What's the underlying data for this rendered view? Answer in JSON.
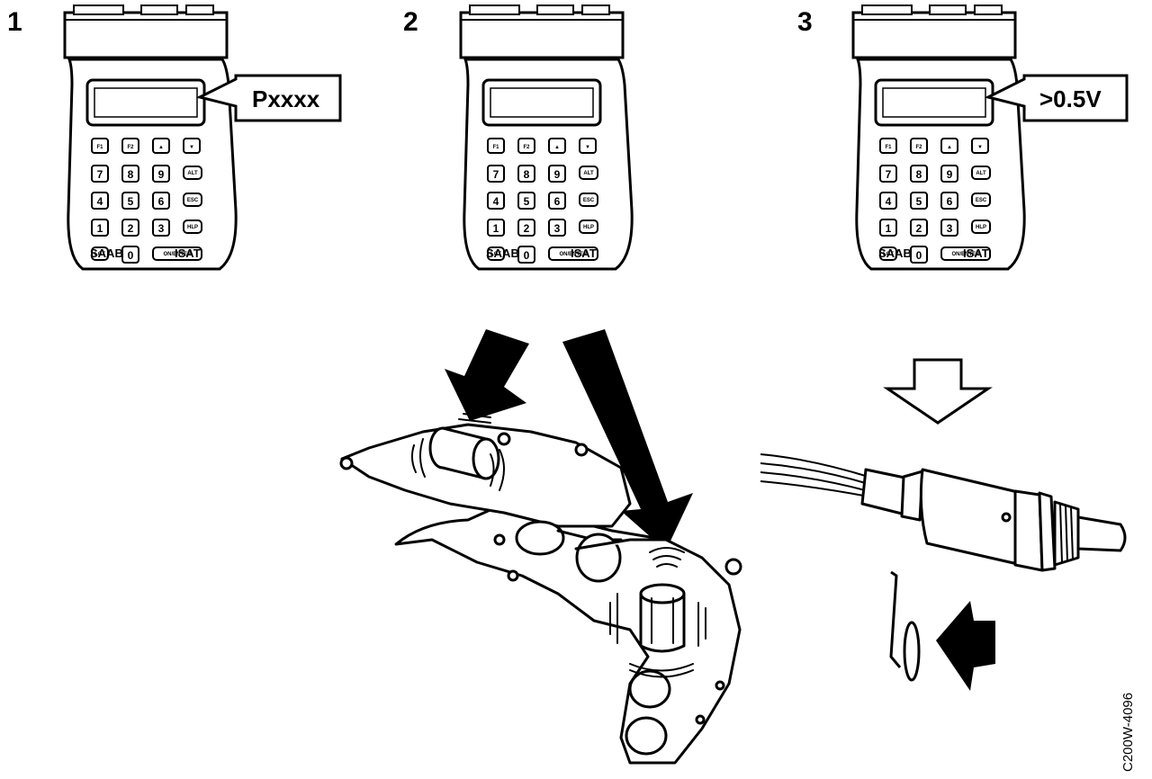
{
  "steps": [
    {
      "number": "1",
      "callout": "Pxxxx"
    },
    {
      "number": "2",
      "callout": ""
    },
    {
      "number": "3",
      "callout": ">0.5V"
    }
  ],
  "tester": {
    "brand_left": "SAAB",
    "brand_right": "ISAT",
    "keys": {
      "f1": "F1",
      "f2": "F2",
      "up": "▲",
      "down": "▼",
      "k7": "7",
      "k8": "8",
      "k9": "9",
      "alt": "ALT",
      "k4": "4",
      "k5": "5",
      "k6": "6",
      "esc": "ESC",
      "k1": "1",
      "k2": "2",
      "k3": "3",
      "hlp": "HLP",
      "lgt": "LGT",
      "k0": "0",
      "enter": "ON/ENTER"
    }
  },
  "figure_code": "C200W-4096"
}
